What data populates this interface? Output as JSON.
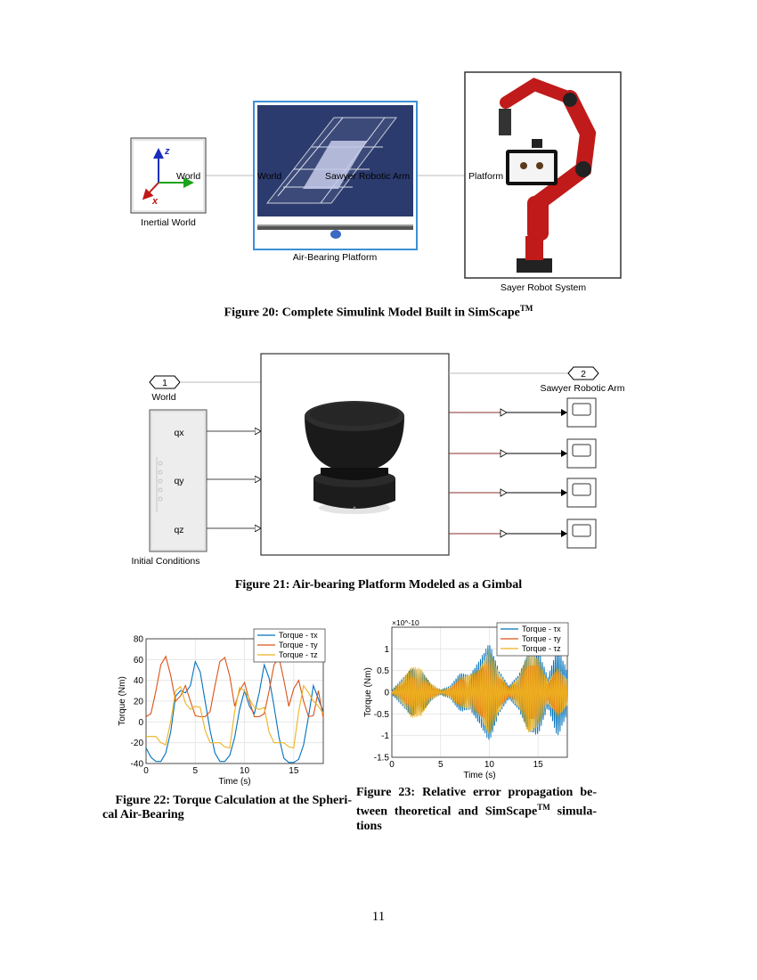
{
  "fig20": {
    "labels": {
      "inertial": "Inertial World",
      "world_port": "World",
      "air_world_port": "World",
      "air_sawyer_port": "Sawyer Robotic Arm",
      "air_bearing": "Air-Bearing Platform",
      "platform_port": "Platform",
      "sayer": "Sayer Robot System",
      "axis_z": "z",
      "axis_x": "x"
    },
    "caption_main": "Figure 20: Complete Simulink Model Built in SimScape",
    "caption_sup": "TM"
  },
  "fig21": {
    "port_in_num": "1",
    "port_in_label": "World",
    "port_out_num": "2",
    "port_out_label": "Sawyer Robotic Arm",
    "ic_ports": [
      "qx",
      "qy",
      "qz"
    ],
    "ic_label": "Initial Conditions",
    "caption": "Figure 21: Air-bearing Platform Modeled as a Gimbal"
  },
  "fig22": {
    "caption": "Figure 22: Torque Calculation at the Spherical Air-Bearing",
    "caption_l1": "Figure 22: Torque Calculation at the Spheri-",
    "caption_l2": "cal Air-Bearing"
  },
  "fig23": {
    "caption_l1": "Figure 23: Relative error propagation be-",
    "caption_l2a": "tween theoretical and SimScape",
    "caption_sup": "TM",
    "caption_l2b": " simula-",
    "caption_l3": "tions"
  },
  "page_number": "11",
  "chart_data": [
    {
      "type": "line",
      "xlabel": "Time (s)",
      "ylabel": "Torque (Nm)",
      "xlim": [
        0,
        18
      ],
      "ylim": [
        -40,
        80
      ],
      "xticks": [
        0,
        5,
        10,
        15
      ],
      "yticks": [
        -40,
        -20,
        0,
        20,
        40,
        60,
        80
      ],
      "grid": true,
      "legend_position": "top-right",
      "series": [
        {
          "name": "Torque - τx",
          "color": "#0072BD",
          "x": [
            0,
            0.5,
            1,
            1.5,
            2,
            2.5,
            3,
            3.5,
            4,
            4.5,
            5,
            5.5,
            6,
            6.5,
            7,
            7.5,
            8,
            8.5,
            9,
            9.5,
            10,
            10.5,
            11,
            11.5,
            12,
            12.5,
            13,
            13.5,
            14,
            14.5,
            15,
            15.5,
            16,
            16.5,
            17,
            17.5,
            18
          ],
          "values": [
            -25,
            -34,
            -38,
            -38,
            -30,
            -10,
            25,
            30,
            28,
            35,
            58,
            48,
            20,
            -8,
            -30,
            -38,
            -38,
            -32,
            -15,
            12,
            30,
            15,
            8,
            28,
            55,
            42,
            15,
            -15,
            -35,
            -39,
            -39,
            -36,
            -22,
            5,
            35,
            22,
            10
          ]
        },
        {
          "name": "Torque - τy",
          "color": "#D95319",
          "x": [
            0,
            0.5,
            1,
            1.5,
            2,
            2.5,
            3,
            3.5,
            4,
            4.5,
            5,
            5.5,
            6,
            6.5,
            7,
            7.5,
            8,
            8.5,
            9,
            9.5,
            10,
            10.5,
            11,
            11.5,
            12,
            12.5,
            13,
            13.5,
            14,
            14.5,
            15,
            15.5,
            16,
            16.5,
            17,
            17.5,
            18
          ],
          "values": [
            5,
            8,
            30,
            55,
            63,
            45,
            20,
            25,
            35,
            20,
            6,
            5,
            5,
            10,
            35,
            58,
            62,
            44,
            15,
            30,
            38,
            20,
            5,
            5,
            8,
            30,
            55,
            62,
            40,
            15,
            32,
            40,
            20,
            5,
            6,
            30,
            4
          ]
        },
        {
          "name": "Torque - τz",
          "color": "#EDB120",
          "x": [
            0,
            0.5,
            1,
            1.5,
            2,
            2.5,
            3,
            3.5,
            4,
            4.5,
            5,
            5.5,
            6,
            6.5,
            7,
            7.5,
            8,
            8.5,
            9,
            9.5,
            10,
            10.5,
            11,
            11.5,
            12,
            12.5,
            13,
            13.5,
            14,
            14.5,
            15,
            15.5,
            16,
            16.5,
            17,
            17.5,
            18
          ],
          "values": [
            -14,
            -14,
            -14,
            -20,
            -22,
            0,
            30,
            34,
            18,
            12,
            15,
            14,
            -8,
            -20,
            -20,
            -20,
            -24,
            -25,
            10,
            33,
            30,
            22,
            14,
            12,
            14,
            -10,
            -20,
            -20,
            -20,
            -24,
            -25,
            10,
            35,
            28,
            20,
            15,
            8
          ]
        }
      ]
    },
    {
      "type": "line",
      "xlabel": "Time (s)",
      "ylabel": "Torque (Nm)",
      "y_exponent": "×10^-10",
      "xlim": [
        0,
        18
      ],
      "ylim": [
        -1.5,
        1.5
      ],
      "xticks": [
        0,
        5,
        10,
        15
      ],
      "yticks": [
        -1.5,
        -1,
        -0.5,
        0,
        0.5,
        1
      ],
      "ytick_labels": [
        "-1.5",
        "-1",
        "-0.5",
        "0",
        "0.5",
        "1"
      ],
      "grid": true,
      "legend_position": "top-right",
      "note": "Dense oscillating error signals; envelope amplitudes sampled per second.",
      "series": [
        {
          "name": "Torque - τx",
          "color": "#0072BD",
          "x": [
            0,
            1,
            2,
            3,
            4,
            5,
            6,
            7,
            8,
            9,
            10,
            11,
            12,
            13,
            14,
            15,
            16,
            17,
            18
          ],
          "amplitude": [
            0.05,
            0.3,
            0.55,
            0.5,
            0.2,
            0.05,
            0.15,
            0.45,
            0.4,
            0.75,
            1.15,
            0.5,
            0.15,
            0.4,
            0.9,
            1.0,
            0.35,
            1.05,
            0.5
          ]
        },
        {
          "name": "Torque - τy",
          "color": "#D95319",
          "x": [
            0,
            1,
            2,
            3,
            4,
            5,
            6,
            7,
            8,
            9,
            10,
            11,
            12,
            13,
            14,
            15,
            16,
            17,
            18
          ],
          "amplitude": [
            0.02,
            0.15,
            0.35,
            0.35,
            0.12,
            0.03,
            0.08,
            0.3,
            0.28,
            0.5,
            0.75,
            0.35,
            0.1,
            0.25,
            0.6,
            0.65,
            0.2,
            0.5,
            0.25
          ]
        },
        {
          "name": "Torque - τz",
          "color": "#EDB120",
          "x": [
            0,
            1,
            2,
            3,
            4,
            5,
            6,
            7,
            8,
            9,
            10,
            11,
            12,
            13,
            14,
            15,
            16,
            17,
            18
          ],
          "amplitude": [
            0.03,
            0.25,
            0.6,
            0.55,
            0.2,
            0.04,
            0.12,
            0.35,
            0.4,
            0.55,
            1.0,
            0.45,
            0.1,
            0.35,
            0.95,
            0.8,
            0.25,
            0.6,
            0.3
          ]
        }
      ]
    }
  ]
}
